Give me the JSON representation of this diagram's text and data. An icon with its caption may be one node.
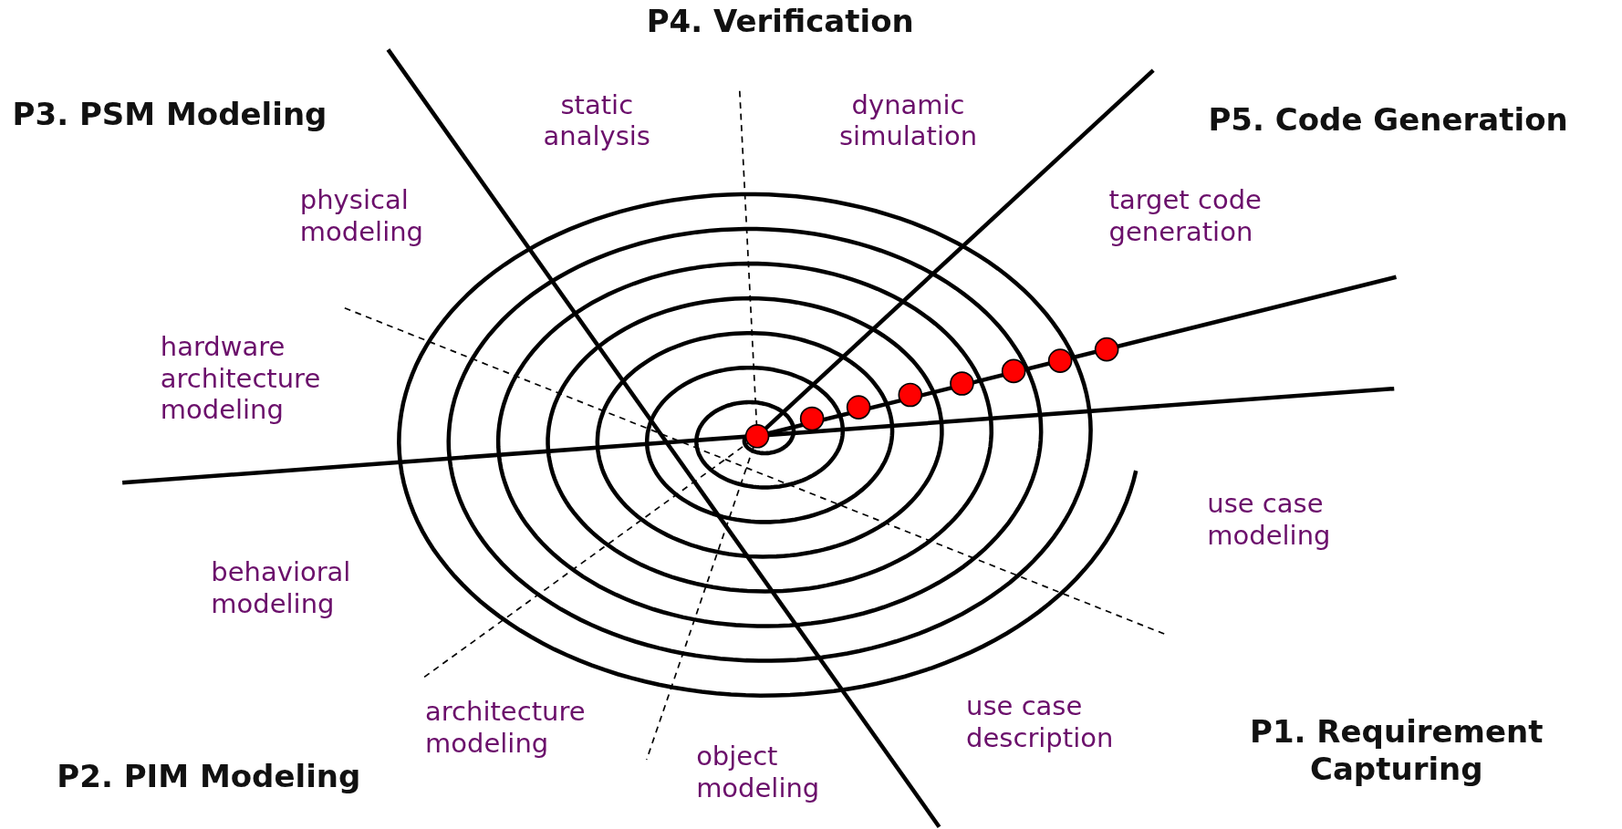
{
  "diagram": {
    "labels": [
      "P4. Verification",
      "P3. PSM  Modeling",
      "static analysis",
      "dynamic simulation",
      "P5. Code Generation",
      "physical modeling",
      "target code generation",
      "hardware architecture modeling",
      "use case modeling",
      "behavioral modeling",
      "P2. PIM Modeling",
      "architecture modeling",
      "object modeling",
      "use case description",
      "P1. Requirement Capturing"
    ]
  }
}
